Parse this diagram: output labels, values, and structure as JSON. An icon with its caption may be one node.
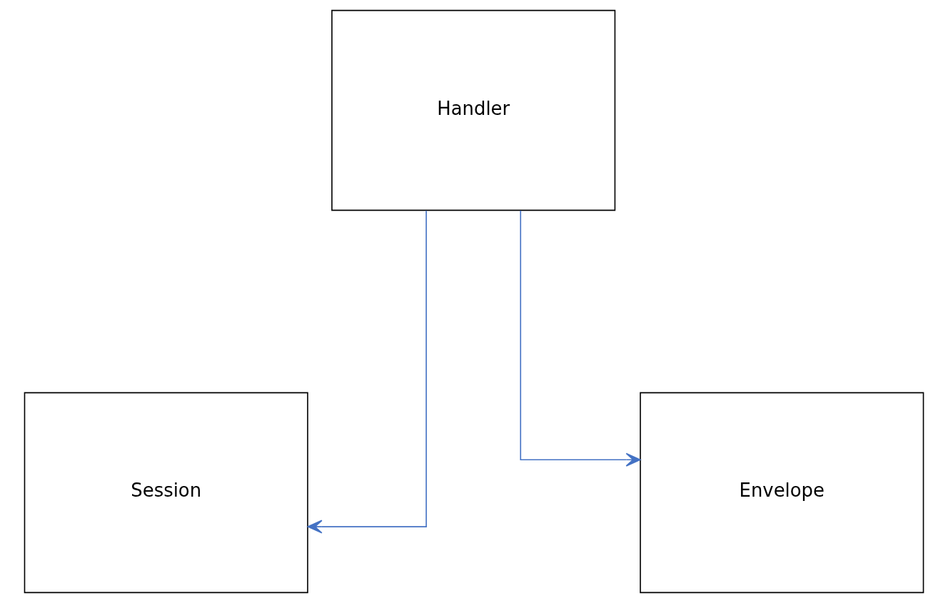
{
  "diagram": {
    "nodes": [
      {
        "text": [
          "Handler"
        ]
      },
      {
        "text": [
          "Session"
        ]
      },
      {
        "text": [
          "Envelope"
        ]
      }
    ],
    "edges": [
      {
        "from": 0,
        "to": 1,
        "arrow": "to"
      },
      {
        "from": 0,
        "to": 2,
        "arrow": "to"
      }
    ]
  }
}
